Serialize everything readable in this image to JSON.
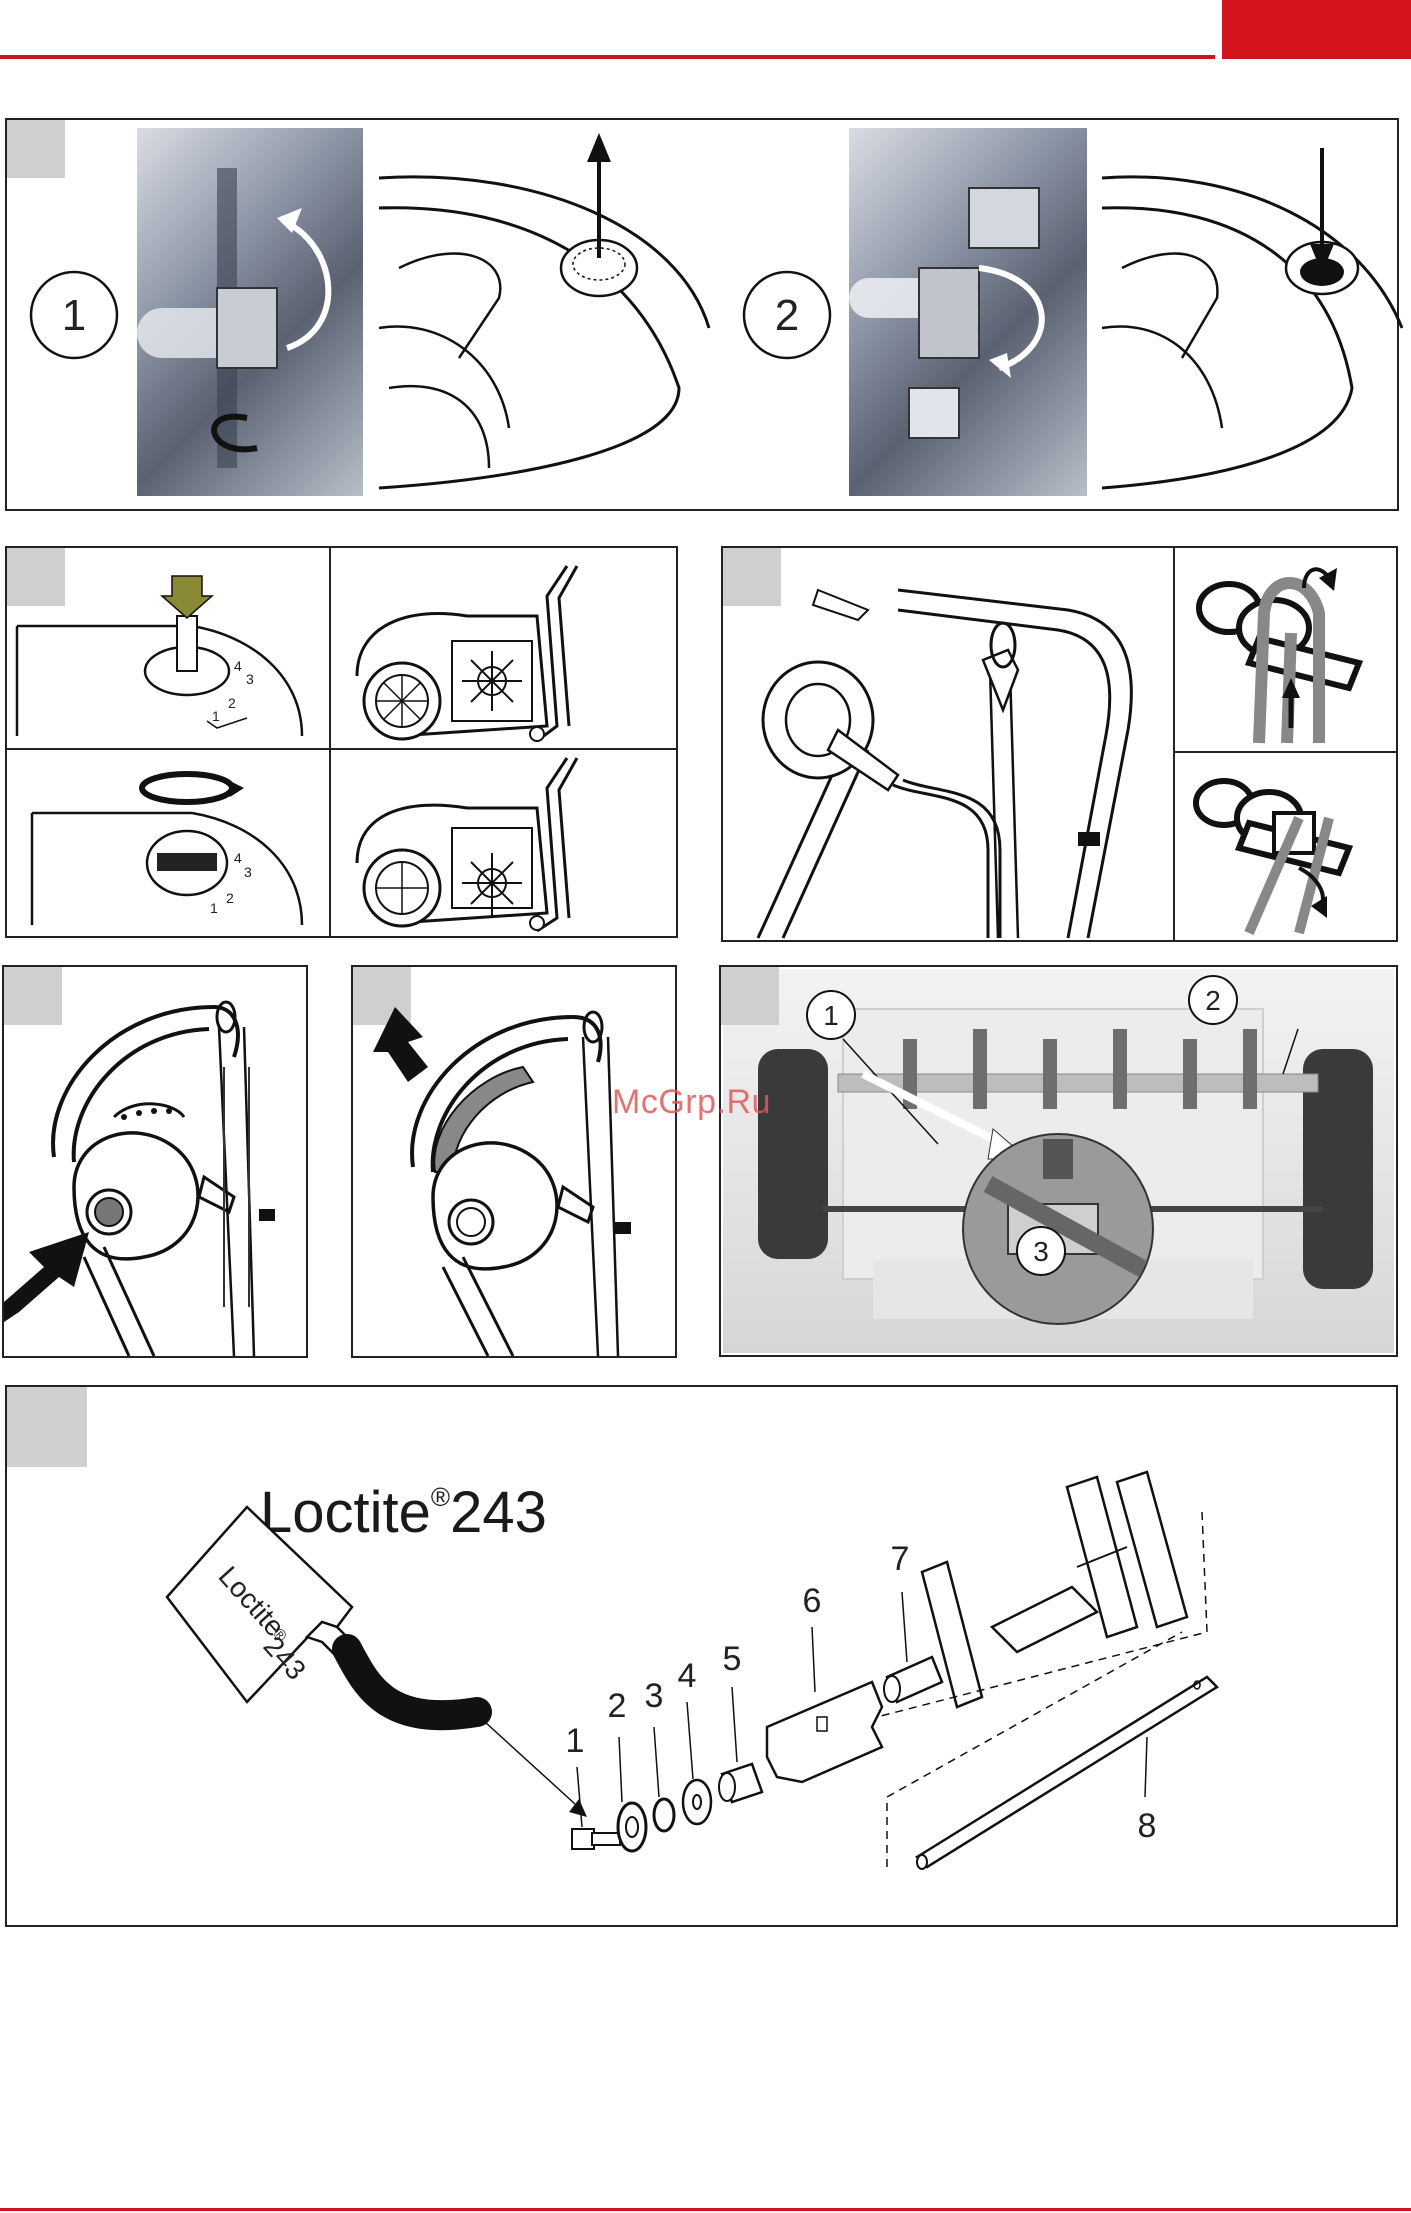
{
  "colors": {
    "brand_red": "#d4141c",
    "watermark": "#e05a5a",
    "panel_tag": "#cfcfcf"
  },
  "watermark": "McGrp.Ru",
  "panel1": {
    "step1": "1",
    "step2": "2"
  },
  "panel2": {
    "height_scale_a": [
      "4",
      "3",
      "2",
      "1"
    ],
    "height_scale_b": [
      "4",
      "3",
      "2",
      "1"
    ]
  },
  "panel6": {
    "callout1": "1",
    "callout2": "2",
    "callout3": "3"
  },
  "panel7": {
    "product_name": "Loctite",
    "product_reg": "®",
    "product_number": "243",
    "tube_name": "Loctite",
    "tube_reg": "®",
    "tube_number": "243",
    "parts": [
      "1",
      "2",
      "3",
      "4",
      "5",
      "6",
      "7",
      "8"
    ]
  }
}
